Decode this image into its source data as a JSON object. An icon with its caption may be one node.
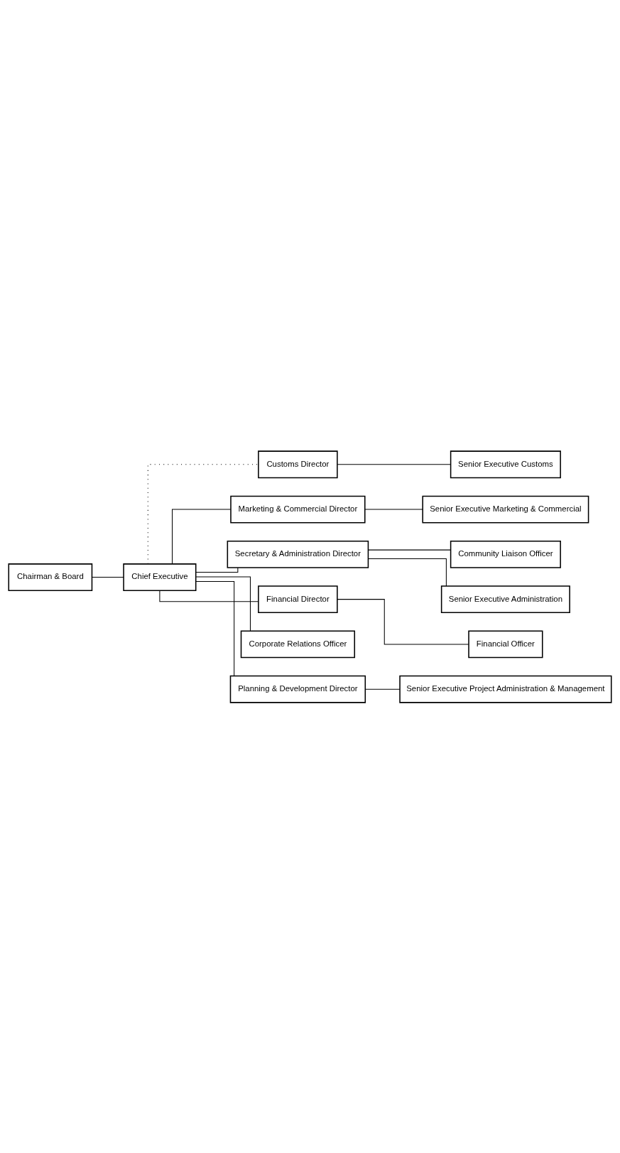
{
  "diagram": {
    "nodes": [
      {
        "text": [
          "Chairman & Board"
        ]
      },
      {
        "text": [
          "Chief Executive"
        ]
      },
      {
        "text": [
          "Customs Director"
        ]
      },
      {
        "text": [
          "Marketing & Commercial Director"
        ]
      },
      {
        "text": [
          "Secretary & Administration Director"
        ]
      },
      {
        "text": [
          "Financial Director"
        ]
      },
      {
        "text": [
          "Corporate Relations Officer"
        ]
      },
      {
        "text": [
          "Planning & Development Director"
        ]
      },
      {
        "text": [
          "Senior Executive Customs"
        ]
      },
      {
        "text": [
          "Senior Executive Marketing & Commercial"
        ]
      },
      {
        "text": [
          "Community Liaison Officer"
        ]
      },
      {
        "text": [
          "Senior Executive Administration"
        ]
      },
      {
        "text": [
          "Financial Officer"
        ]
      },
      {
        "text": [
          "Senior Executive Project Administration & Management"
        ]
      }
    ],
    "edges": [
      {
        "from": 0,
        "to": 1,
        "arrow": "none"
      },
      {
        "from": 1,
        "to": 2,
        "arrow": "none",
        "style": "dashed"
      },
      {
        "from": 1,
        "to": 3,
        "arrow": "none"
      },
      {
        "from": 1,
        "to": 4,
        "arrow": "none"
      },
      {
        "from": 1,
        "to": 5,
        "arrow": "none"
      },
      {
        "from": 1,
        "to": 6,
        "arrow": "none"
      },
      {
        "from": 1,
        "to": 7,
        "arrow": "none"
      },
      {
        "from": 2,
        "to": 8,
        "arrow": "none"
      },
      {
        "from": 3,
        "to": 9,
        "arrow": "none"
      },
      {
        "from": 4,
        "to": 10,
        "arrow": "none"
      },
      {
        "from": 4,
        "to": 11,
        "arrow": "none"
      },
      {
        "from": 5,
        "to": 12,
        "arrow": "none"
      },
      {
        "from": 7,
        "to": 13,
        "arrow": "none"
      }
    ]
  }
}
